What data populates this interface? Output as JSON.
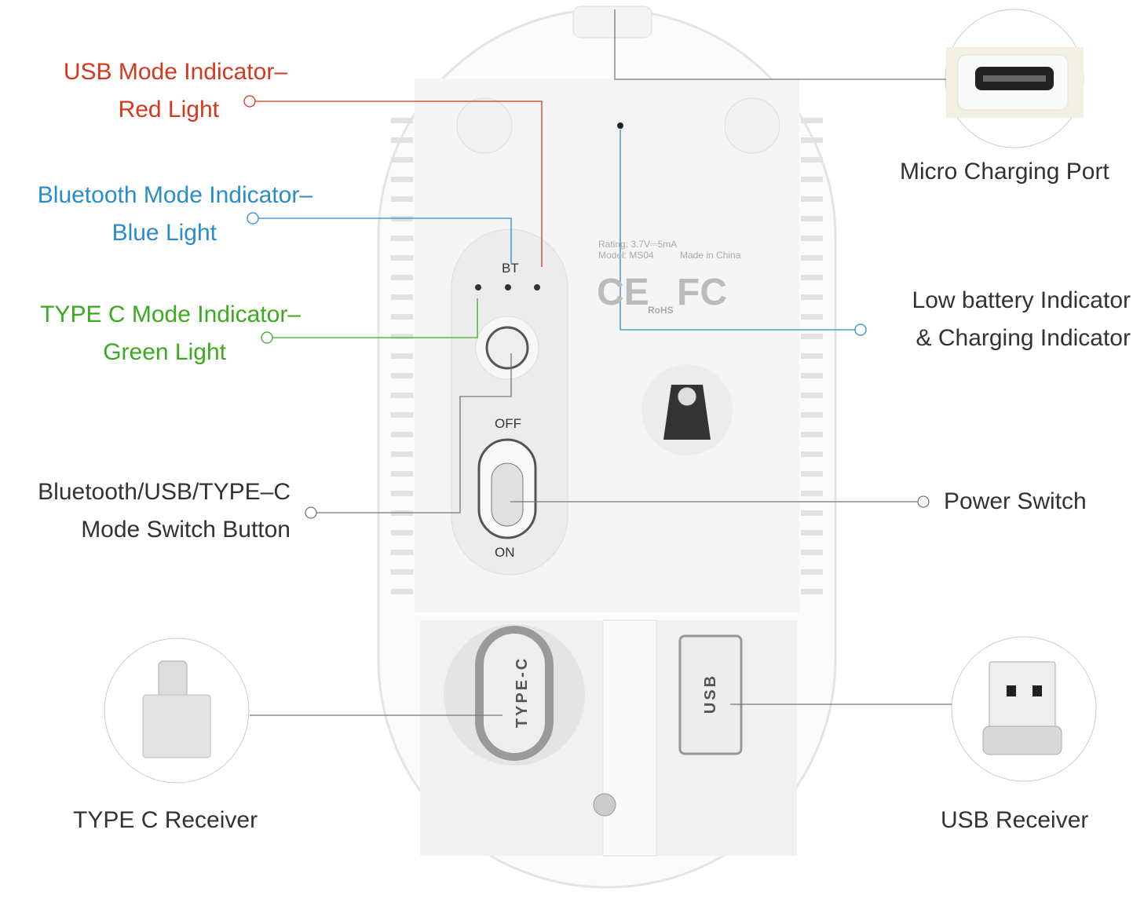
{
  "colors": {
    "red": "#d4381f",
    "blue": "#2a8cc8",
    "green": "#3aaa1e",
    "text": "#333333",
    "line": "#888888"
  },
  "labels": {
    "usb_indicator": [
      "USB Mode Indicator–",
      "Red Light"
    ],
    "bt_indicator": [
      "Bluetooth Mode Indicator–",
      "Blue Light"
    ],
    "typec_indicator": [
      "TYPE C Mode Indicator–",
      "Green Light"
    ],
    "mode_switch": [
      "Bluetooth/USB/TYPE–C",
      "Mode Switch Button"
    ],
    "charging_port": "Micro Charging Port",
    "battery": [
      "Low battery Indicator",
      "& Charging Indicator"
    ],
    "power_switch": "Power Switch",
    "typec_receiver": "TYPE C Receiver",
    "usb_receiver": "USB Receiver"
  },
  "mouse": {
    "bt_mark": "BT",
    "off": "OFF",
    "on": "ON",
    "rating": "Rating: 3.7V⎓5mA",
    "model": "Model: MS04",
    "made": "Made in China",
    "ce": "CE",
    "rohs": "RoHS",
    "fc": "FC",
    "typec_slot": "TYPE-C",
    "usb_slot": "USB"
  }
}
